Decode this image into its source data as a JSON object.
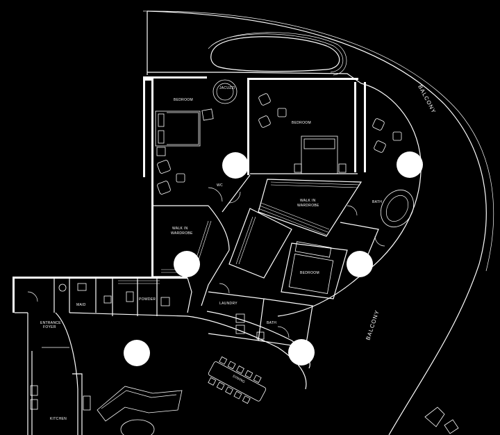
{
  "rooms": {
    "bedroom_left": "BEDROOM",
    "bedroom_center": "BEDROOM",
    "bedroom_lower": "BEDROOM",
    "jacuzzi": "JACUZZI",
    "walkin_wardrobe_left_1": "WALK IN",
    "walkin_wardrobe_left_2": "WARDROBE",
    "walkin_wardrobe_center_1": "WALK IN",
    "walkin_wardrobe_center_2": "WARDROBE",
    "bath_upper": "BATH",
    "bath_lower": "BATH",
    "wc": "WC",
    "laundry": "LAUNDRY",
    "entrance_foyer_1": "ENTRANCE",
    "entrance_foyer_2": "FOYER",
    "kitchen": "KITCHEN",
    "dining": "DINING",
    "powder": "POWDER",
    "maid": "MAID"
  },
  "balcony_labels": [
    "BALCONY",
    "BALCONY"
  ]
}
